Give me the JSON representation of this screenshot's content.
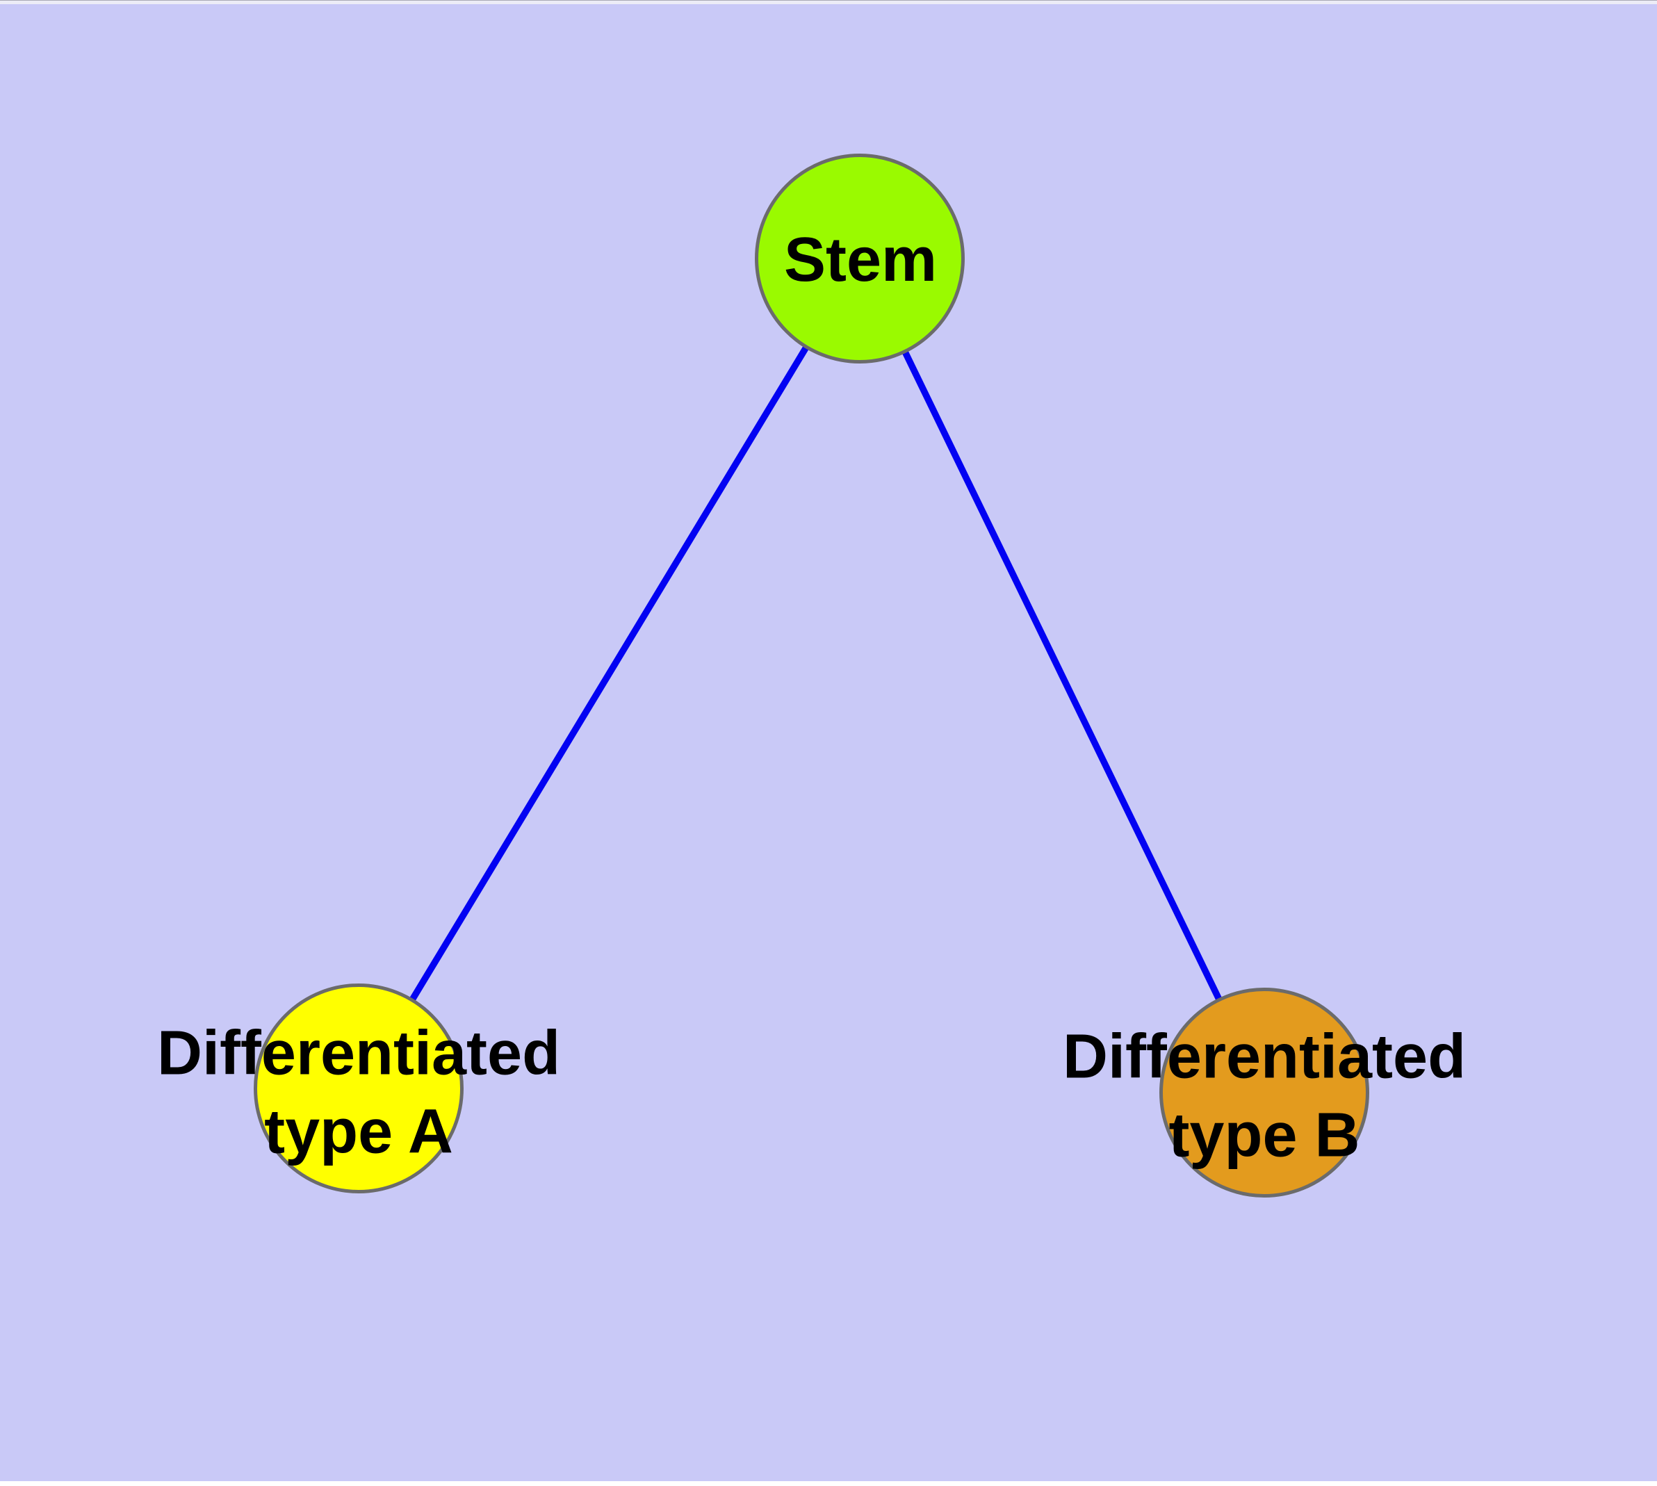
{
  "diagram": {
    "background_color": "#c9c9f7",
    "edge_color": "#0202f2",
    "node_border_color": "#6b6b6b",
    "label_color": "#000000",
    "nodes": [
      {
        "id": "stem",
        "label": "Stem",
        "label_lines": [
          "Stem"
        ],
        "fill_color": "#9afa00"
      },
      {
        "id": "differentiated-type-a",
        "label": "Differentiated type A",
        "label_lines": [
          "Differentiated",
          "type A"
        ],
        "fill_color": "#ffff00"
      },
      {
        "id": "differentiated-type-b",
        "label": "Differentiated type B",
        "label_lines": [
          "Differentiated",
          "type B"
        ],
        "fill_color": "#e39b1e"
      }
    ],
    "edges": [
      {
        "from": "stem",
        "to": "differentiated-type-a"
      },
      {
        "from": "stem",
        "to": "differentiated-type-b"
      }
    ]
  }
}
